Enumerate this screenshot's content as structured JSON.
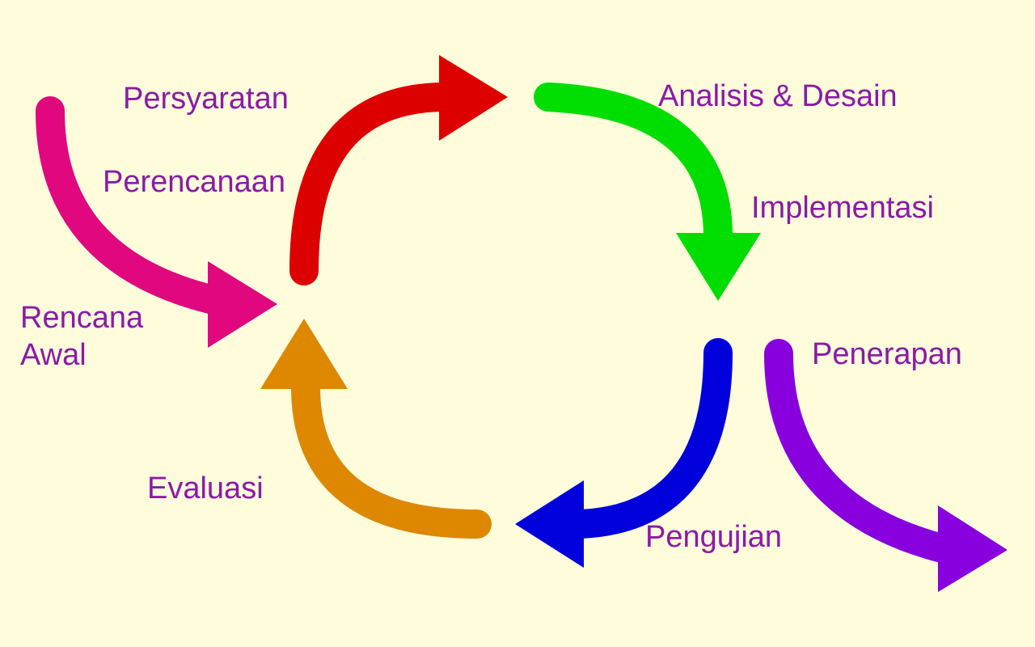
{
  "colors": {
    "background": "#fefcdb",
    "label": "#8b1aa8",
    "rencana_awal": "#e0077f",
    "perencanaan": "#dd0000",
    "analisis": "#00dd00",
    "pengujian": "#0000dd",
    "penerapan": "#8800dd",
    "evaluasi": "#dd8800"
  },
  "labels": {
    "persyaratan": "Persyaratan",
    "perencanaan": "Perencanaan",
    "rencana_awal_line1": "Rencana",
    "rencana_awal_line2": "Awal",
    "analisis_desain": "Analisis & Desain",
    "implementasi": "Implementasi",
    "penerapan": "Penerapan",
    "pengujian": "Pengujian",
    "evaluasi": "Evaluasi"
  }
}
